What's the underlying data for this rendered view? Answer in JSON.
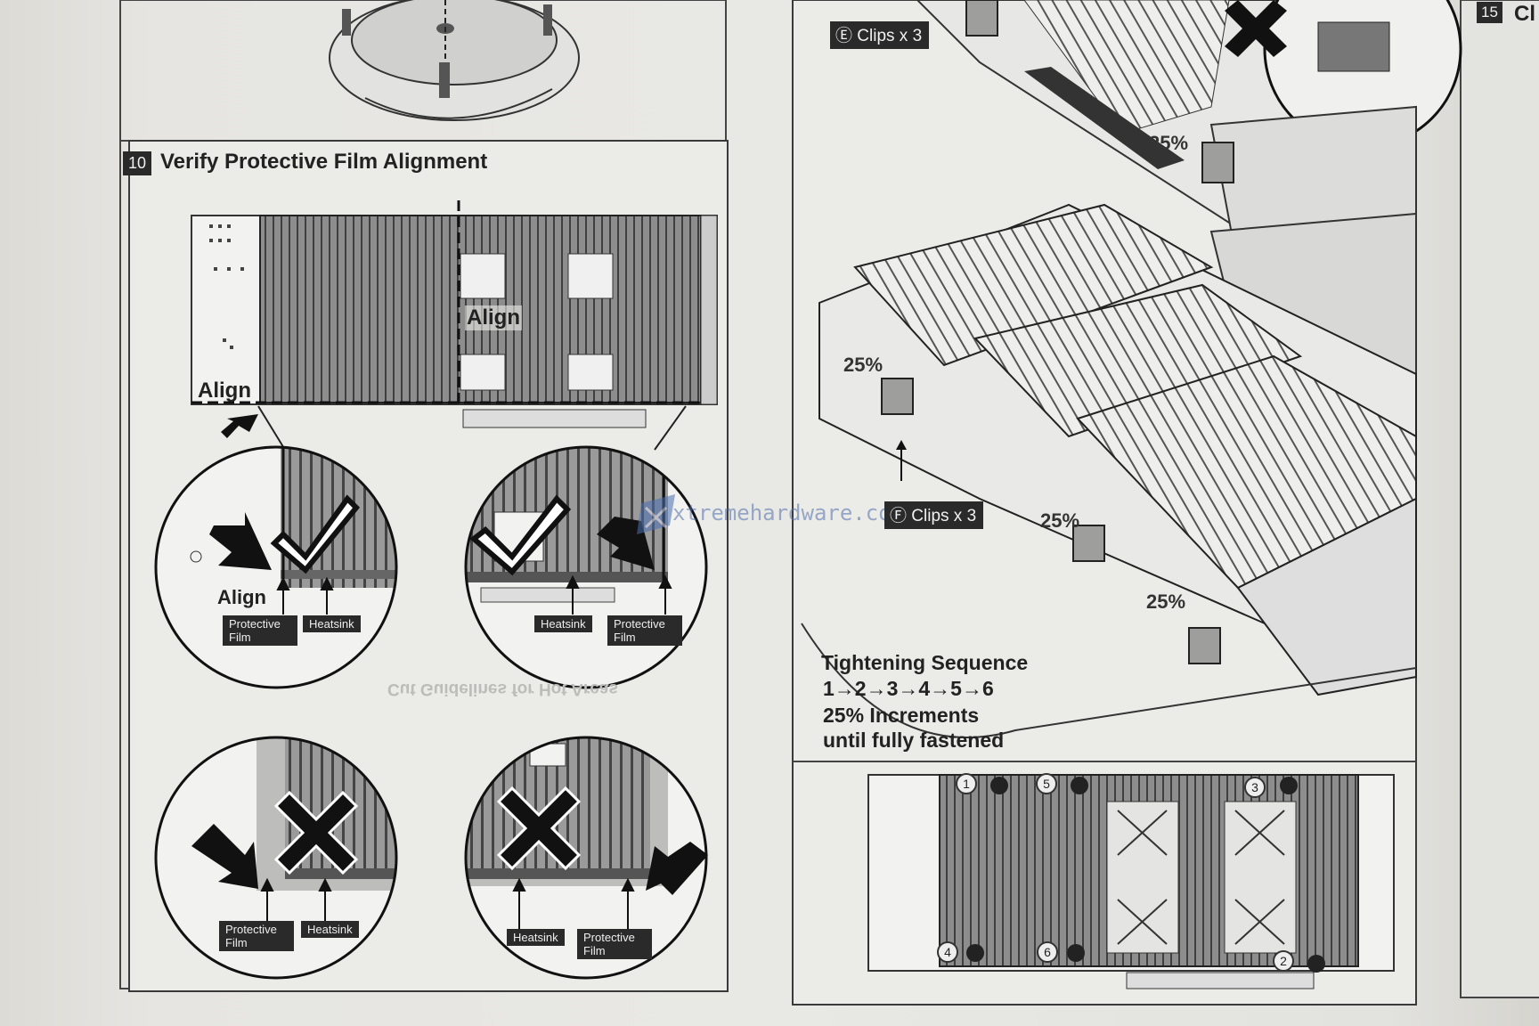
{
  "step10": {
    "number": "10",
    "title": "Verify Protective Film Alignment"
  },
  "align_top": "Align",
  "align_left": "Align",
  "zoom_align": "Align",
  "callouts": {
    "protective_film": "Protective Film",
    "heatsink": "Heatsink"
  },
  "clips_e": "Ⓔ Clips x 3",
  "clips_f": "Ⓕ Clips x 3",
  "percent": "25%",
  "tightening": {
    "title": "Tightening Sequence",
    "sequence": "1→2→3→4→5→6",
    "increment": "25% Increments",
    "until": "until fully fastened"
  },
  "screw_numbers": [
    "1",
    "5",
    "3",
    "4",
    "6",
    "2"
  ],
  "step15": {
    "number": "15",
    "title": "Cl"
  },
  "watermark": "xtremehardware.com",
  "faded_text": "Cut Guidelines for Hot Areas",
  "icons": [
    "checkmark-icon",
    "cross-icon",
    "arrow-icon",
    "watermark-logo-icon"
  ]
}
